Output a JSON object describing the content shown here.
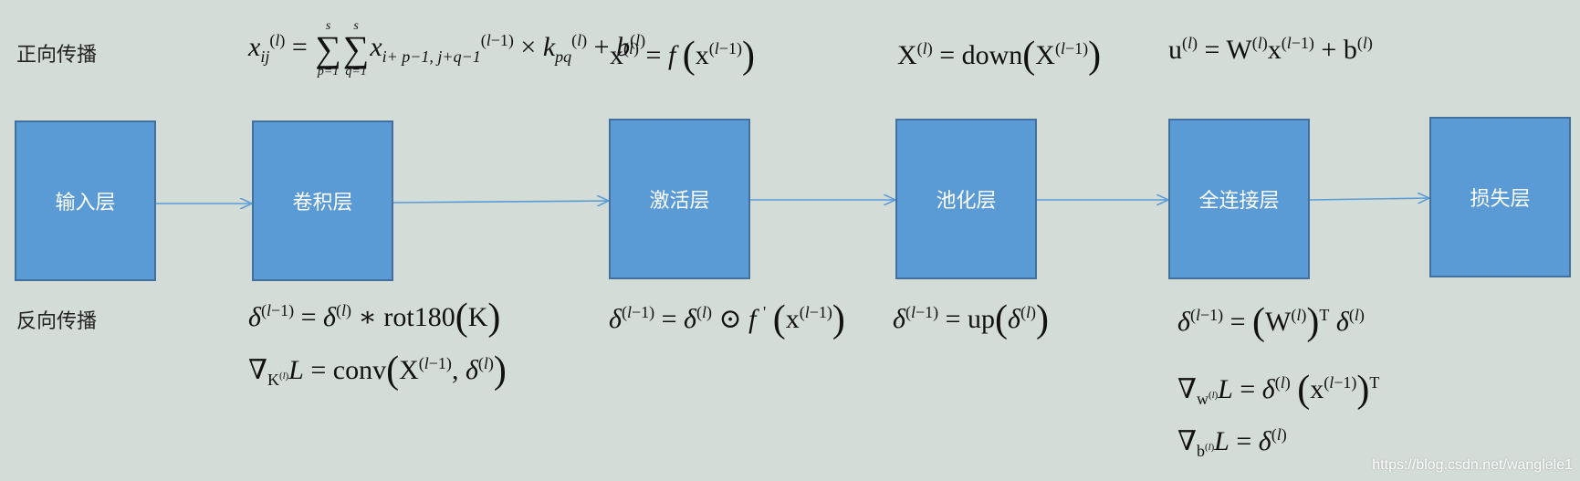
{
  "rows": {
    "forward_label": "正向传播",
    "backward_label": "反向传播"
  },
  "layers": [
    {
      "label": "输入层"
    },
    {
      "label": "卷积层"
    },
    {
      "label": "激活层"
    },
    {
      "label": "池化层"
    },
    {
      "label": "全连接层"
    },
    {
      "label": "损失层"
    }
  ],
  "formulas": {
    "conv_forward": "x_ij^(l) = Σ_{p=1}^{s} Σ_{q=1}^{s} x_{i+p−1, j+q−1}^(l−1) × k_pq^(l) + b^(l)",
    "act_forward": "x^(l) = f(x^(l−1))",
    "pool_forward": "X^(l) = down(X^(l−1))",
    "fc_forward": "u^(l) = W^(l) x^(l−1) + b^(l)",
    "conv_back_delta": "δ^(l−1) = δ^(l) ∗ rot180(K)",
    "conv_back_grad": "∇_K(l) L = conv(X^(l−1), δ^(l))",
    "act_back": "δ^(l−1) = δ^(l) ⊙ f'(x^(l−1))",
    "pool_back": "δ^(l−1) = up(δ^(l))",
    "fc_back_delta": "δ^(l−1) = (W^(l))^T δ^(l)",
    "fc_back_grad_w": "∇_w(l) L = δ^(l) (x^(l−1))^T",
    "fc_back_grad_b": "∇_b(l) L = δ^(l)"
  },
  "watermark": "https://blog.csdn.net/wanglele1",
  "colors": {
    "background": "#d4dcd8",
    "box_fill": "#5b9bd5",
    "box_border": "#41719c",
    "arrow": "#5b9bd5"
  }
}
